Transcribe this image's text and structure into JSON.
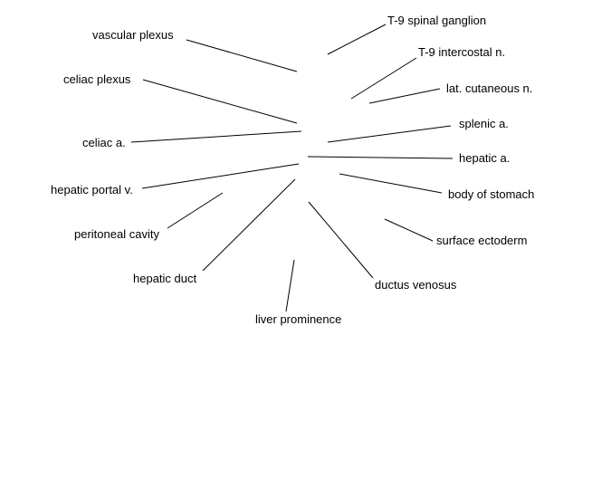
{
  "diagram": {
    "labels": [
      {
        "id": "vascular-plexus",
        "text": "vascular plexus"
      },
      {
        "id": "t9-spinal-ganglion",
        "text": "T-9 spinal ganglion"
      },
      {
        "id": "t9-intercostal-n",
        "text": "T-9 intercostal n."
      },
      {
        "id": "celiac-plexus",
        "text": "celiac plexus"
      },
      {
        "id": "lat-cutaneous-n",
        "text": "lat. cutaneous n."
      },
      {
        "id": "splenic-a",
        "text": "splenic a."
      },
      {
        "id": "celiac-a",
        "text": "celiac a."
      },
      {
        "id": "hepatic-a",
        "text": "hepatic a."
      },
      {
        "id": "hepatic-portal-v",
        "text": "hepatic portal v."
      },
      {
        "id": "body-of-stomach",
        "text": "body of stomach"
      },
      {
        "id": "peritoneal-cavity",
        "text": "peritoneal cavity"
      },
      {
        "id": "surface-ectoderm",
        "text": "surface ectoderm"
      },
      {
        "id": "hepatic-duct",
        "text": "hepatic duct"
      },
      {
        "id": "ductus-venosus",
        "text": "ductus venosus"
      },
      {
        "id": "liver-prominence",
        "text": "liver prominence"
      }
    ]
  }
}
